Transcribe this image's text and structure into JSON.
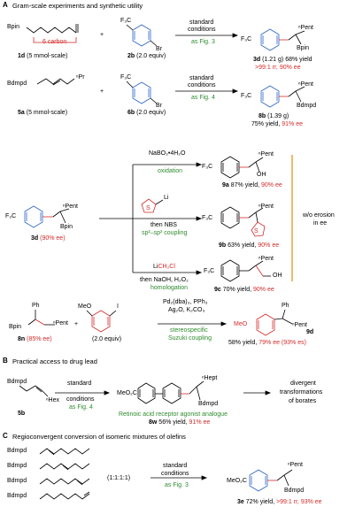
{
  "sections": {
    "A": {
      "label": "A",
      "title": "Gram-scale experiments and synthetic utility"
    },
    "B": {
      "label": "B",
      "title": "Practical access to drug lead"
    },
    "C": {
      "label": "C",
      "title": "Regioconvergent conversion of isomeric mixtures of olefins"
    }
  },
  "row1": {
    "bpin": "Bpin",
    "carbon_box": "6 carbon",
    "plus": "+",
    "cf3": "F₃C",
    "br": "Br",
    "cond1": "standard",
    "cond2": "conditions",
    "cond3": "as Fig. 3",
    "sm1_id": "1d",
    "sm1_note": "(5 mmol-scale)",
    "sm2_id": "2b",
    "sm2_note": "(2.0 equiv)",
    "prod_f3c": "F₃C",
    "prod_pent": "ⁿPent",
    "prod_bpin": "Bpin",
    "prod_id": "3d",
    "prod_yield": "(1.21 g) 68% yield",
    "prod_sel": ">99:1 rr, 90% ee"
  },
  "row2": {
    "bdmpd": "Bdmpd",
    "pr": "ⁿPr",
    "plus": "+",
    "cf3": "F₃C",
    "br": "Br",
    "cond1": "standard",
    "cond2": "conditions",
    "cond3": "as Fig. 4",
    "sm1_id": "5a",
    "sm1_note": "(5 mmol-scale)",
    "sm2_id": "6b",
    "sm2_note": "(2.0 equiv)",
    "prod_f3c": "F₃C",
    "prod_pent": "ⁿPent",
    "prod_bdmpd": "Bdmpd",
    "prod_id": "8b",
    "prod_mass": "(1.39 g)",
    "prod_yield": "75% yield,",
    "prod_ee": "91% ee"
  },
  "row3": {
    "sm_f3c": "F₃C",
    "sm_pent": "ⁿPent",
    "sm_bpin": "Bpin",
    "sm_id": "3d",
    "sm_ee": "(90% ee)",
    "ox_reagent": "NaBO₃•4H₂O",
    "ox_label": "oxidation",
    "p1_f3c": "F₃C",
    "p1_pent": "ⁿPent",
    "p1_oh": "OH",
    "p1_id": "9a",
    "p1_yield": "87% yield,",
    "p1_ee": "90% ee",
    "th_li": "Li",
    "th_s": "S",
    "th_nbs": "then NBS",
    "th_label": "sp²–sp³ coupling",
    "p2_f3c": "F₃C",
    "p2_pent": "ⁿPent",
    "p2_s": "S",
    "p2_id": "9b",
    "p2_yield": "63% yield,",
    "p2_ee": "90% ee",
    "hom_reagent_pre": "Li",
    "hom_reagent_red": "CH₂Cl",
    "hom_then": "then NaOH, H₂O₂",
    "hom_label": "homologation",
    "p3_f3c": "F₃C",
    "p3_pent": "ⁿPent",
    "p3_oh": "OH",
    "p3_id": "9c",
    "p3_yield": "70% yield,",
    "p3_ee": "90% ee",
    "erosion1": "w/o erosion",
    "erosion2": "in ee"
  },
  "row4": {
    "ph": "Ph",
    "bpin": "Bpin",
    "pent": "ⁿPent",
    "sm_id": "8n",
    "sm_ee": "(85% ee)",
    "plus": "+",
    "meo": "MeO",
    "i": "I",
    "equiv": "(2.0 equiv)",
    "c1": "Pd₂(dba)₃, PPh₃",
    "c2": "Ag₂O, K₂CO₃",
    "c3": "stereospecific",
    "c4": "Suzuki coupling",
    "p_meo": "MeO",
    "p_ph": "Ph",
    "p_pent": "ⁿPent",
    "p_id": "9d",
    "p_yield": "58% yield,",
    "p_ee": "79% ee (93% es)"
  },
  "rowB": {
    "bdmpd": "Bdmpd",
    "hex": "ⁿHex",
    "sm_id": "5b",
    "cond1": "standard",
    "cond2": "conditions",
    "cond3": "as Fig. 4",
    "meo2c": "MeO₂C",
    "hept": "ⁿHept",
    "p_bdmpd": "Bdmpd",
    "p_label": "Retinoic acid receptor agonist analogue",
    "p_id": "8w",
    "p_yield": "56% yield,",
    "p_ee": "91% ee",
    "div1": "divergent",
    "div2": "transformations",
    "div3": "of borates"
  },
  "rowC": {
    "bdmpd": [
      "Bdmpd",
      "Bdmpd",
      "Bdmpd",
      "Bdmpd"
    ],
    "ratio": "(1:1:1:1)",
    "cond1": "standard",
    "cond2": "conditions",
    "cond3": "as Fig. 3",
    "meo2c": "MeO₂C",
    "pent": "ⁿPent",
    "p_bdmpd": "Bdmpd",
    "p_id": "3e",
    "p_yield": "72% yield,",
    "p_sel": ">99:1 rr, 93% ee"
  }
}
